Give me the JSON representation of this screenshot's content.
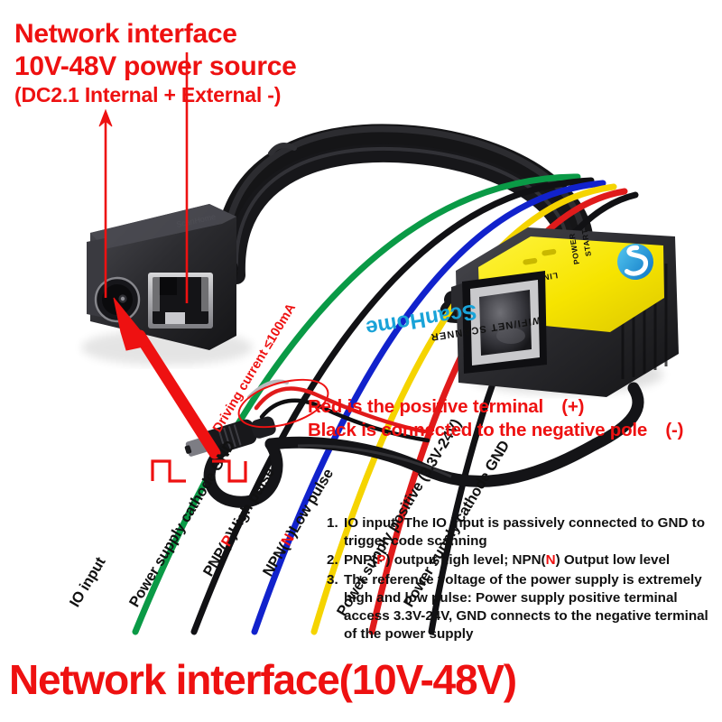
{
  "title": {
    "line1": "Network interface",
    "line2": "10V-48V power source",
    "line3": "(DC2.1  Internal + External -)"
  },
  "bottom_title": "Network interface(10V-48V)",
  "annotations": {
    "red_note_line1": "Red is the positive terminal　(+)",
    "red_note_line2": "Black is connected to the negative pole　(-)",
    "driving_current": "Driving current ≤100mA"
  },
  "wire_labels": [
    {
      "text": "IO input",
      "color": "#0a9a46"
    },
    {
      "text": "Power supply cathode GND",
      "color": "#111111"
    },
    {
      "text_pre": "PNP(",
      "text_mark": "P",
      "text_post": ")High pulse",
      "color": "#1122cc"
    },
    {
      "text_pre": "NPN(",
      "text_mark": "N",
      "text_post": ")Low pulse",
      "color": "#f5d400"
    },
    {
      "text": "Power supply positive (3.3V-24V)",
      "color": "#e01b1b"
    },
    {
      "text": "Power supply cathode GND",
      "color": "#111111"
    }
  ],
  "info_list": [
    {
      "num": "1.",
      "pre": "IO input: The IO input is passively connected to GND to trigger code scanning",
      "mark": "",
      "post": ""
    },
    {
      "num": "2.",
      "pre": "PNP(",
      "mark": "P",
      "mid": ") output high level; NPN(",
      "mark2": "N",
      "post": ") Output low level"
    },
    {
      "num": "3.",
      "pre": "The reference voltage of the power supply is extremely high and low pulse: Power supply positive terminal access 3.3V-24V, GND connects to the negative terminal of the power supply",
      "mark": "",
      "post": ""
    }
  ],
  "scanner": {
    "brand": "ScanHome",
    "model_line": "WIFI/NET  SCANNER",
    "led_link": "LINK",
    "led_power": "POWER",
    "led_start": "START",
    "logo": "S"
  },
  "connector": {
    "dc_jack_name": "DC 2.1 power jack",
    "rj45_name": "RJ45 Ethernet port",
    "brand_emboss": "ScanHome"
  },
  "colors": {
    "red": "#ee1111",
    "accent_yellow": "#f5e200",
    "body_black": "#2b2b2e",
    "logo_blue": "#1aa3d8",
    "wire_green": "#0a9a46",
    "wire_blue": "#1122cc",
    "wire_yellow": "#f5d400",
    "wire_red": "#e01b1b",
    "wire_black": "#111111"
  }
}
